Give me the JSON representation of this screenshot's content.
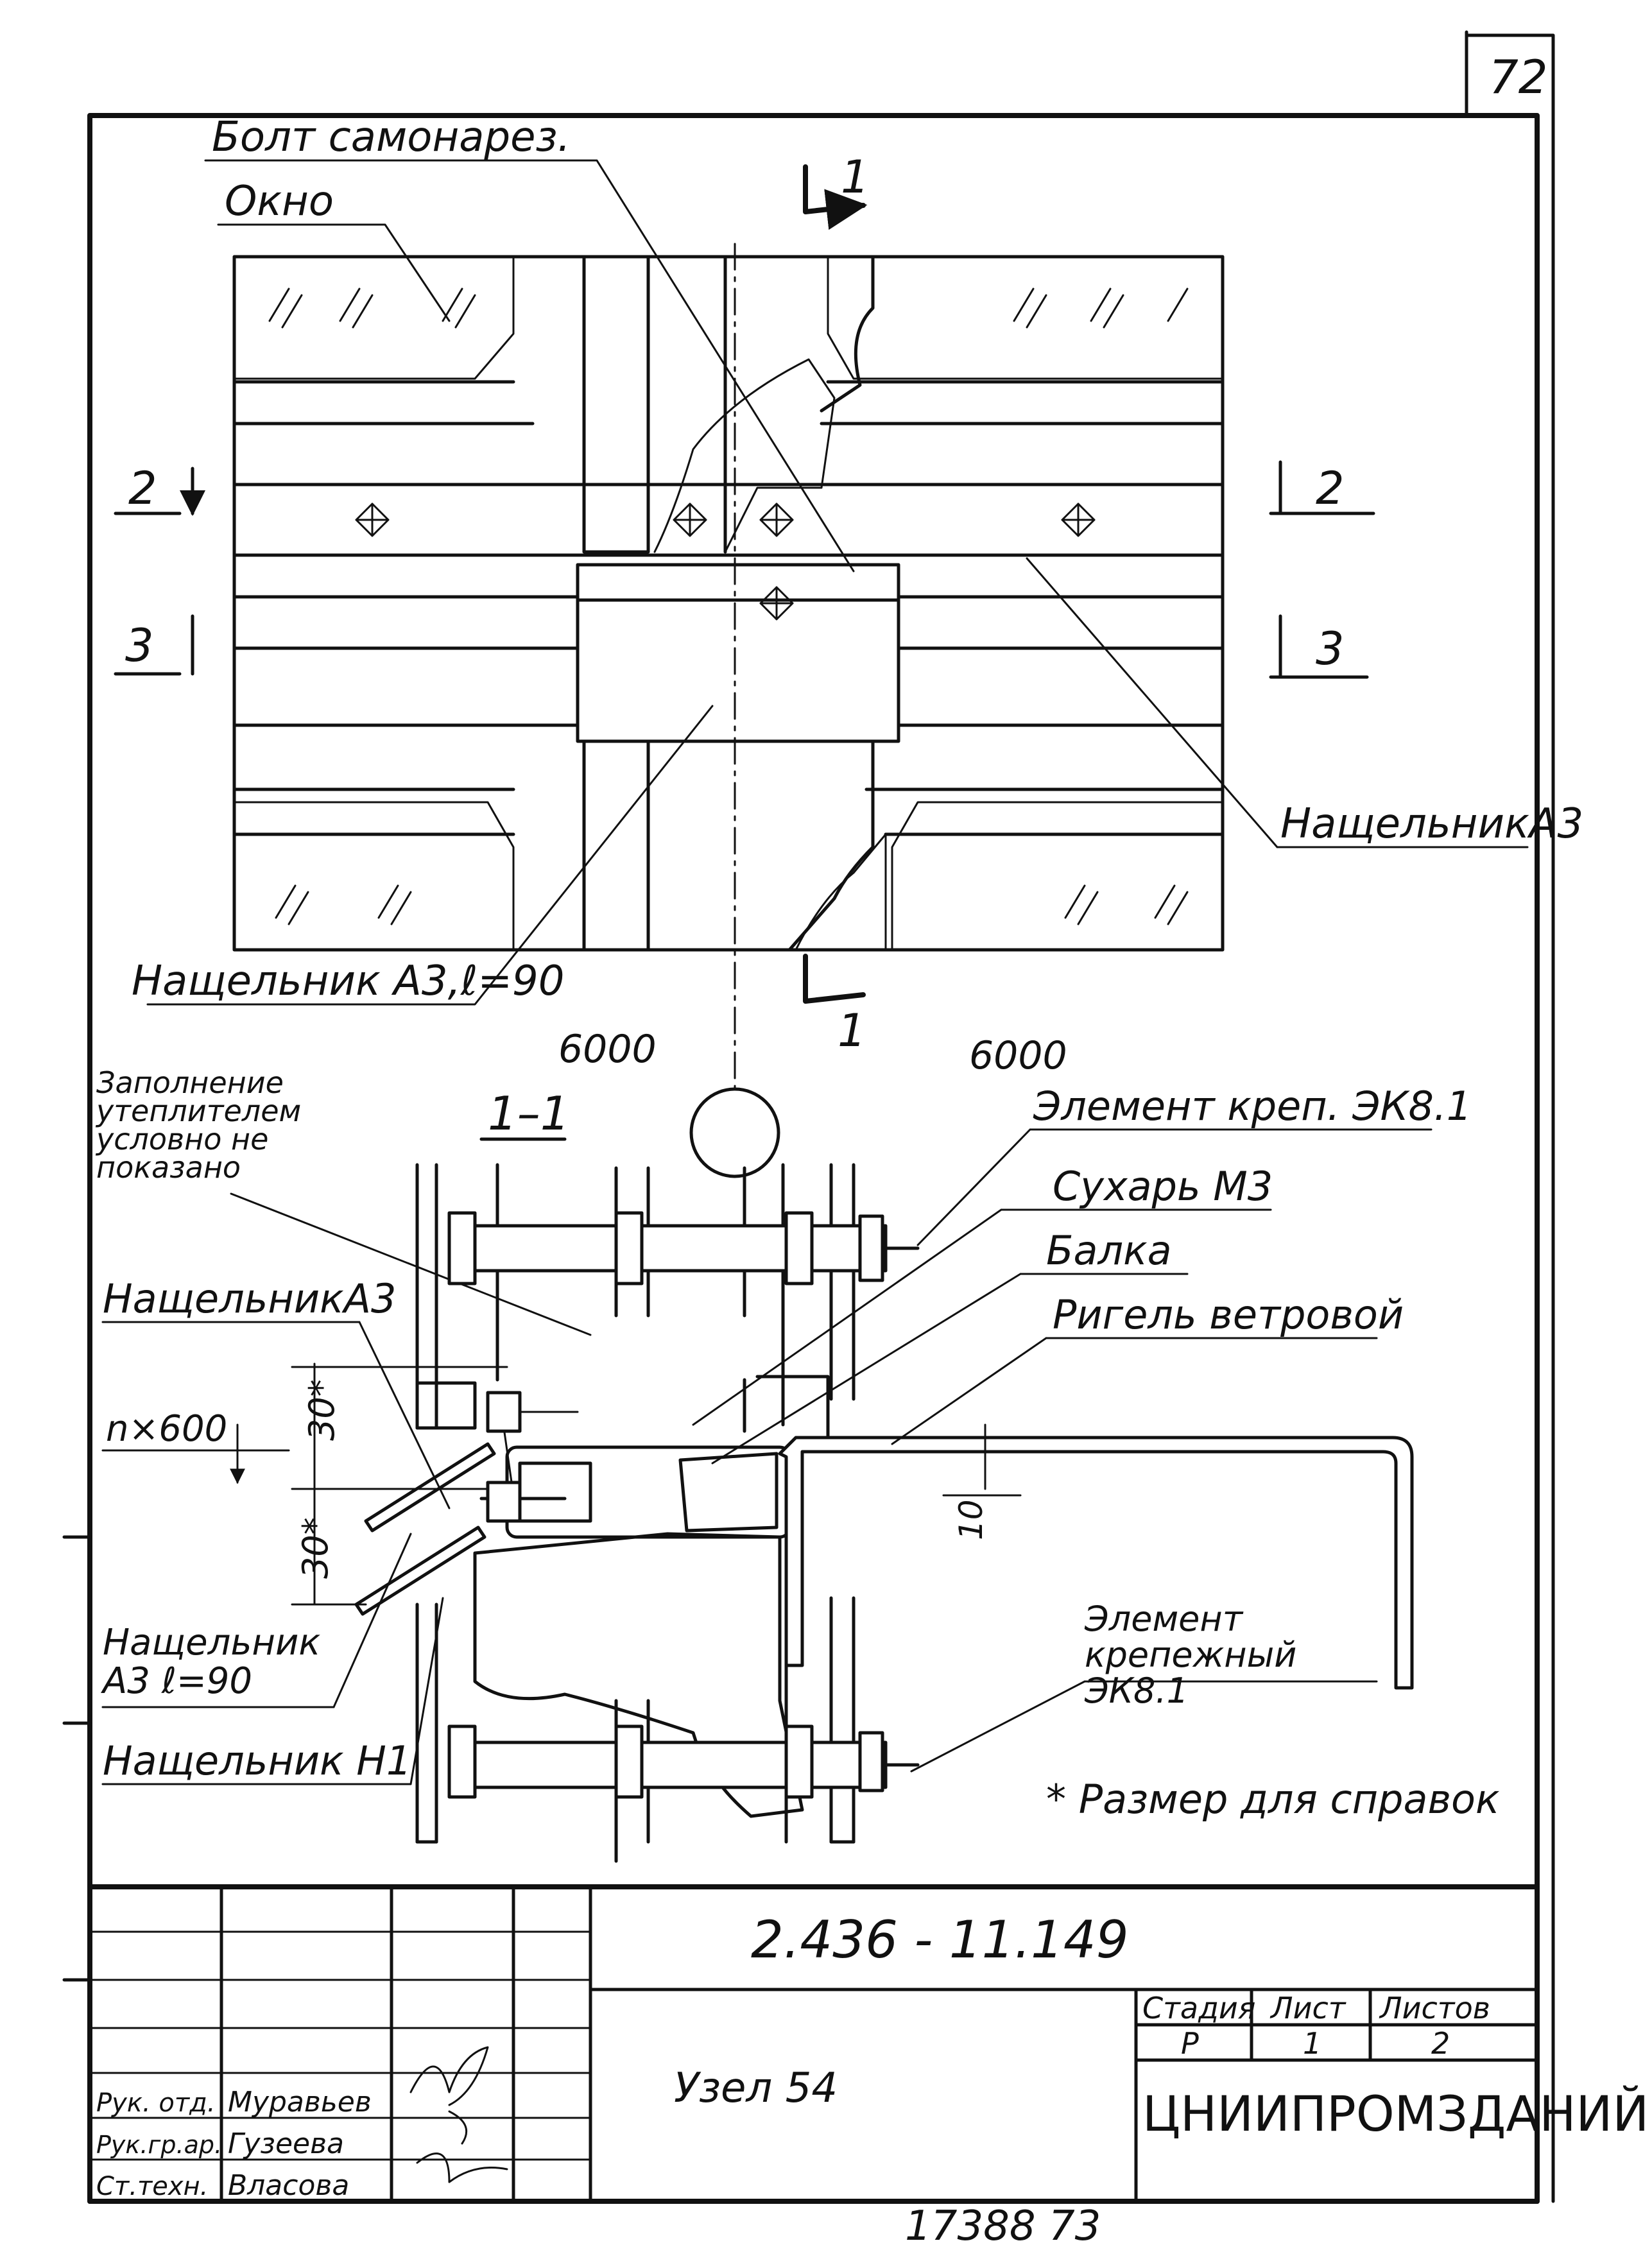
{
  "sheet": {
    "page_number": "72",
    "footer_number": "17388   73",
    "document_code": "2.436 - 11.149",
    "drawing_title": "Узел 54",
    "organization": "ЦНИИПРОМЗДАНИЙ",
    "stage_header": "Стадия",
    "sheet_header": "Лист",
    "sheets_header": "Листов",
    "stage_value": "Р",
    "sheet_value": "1",
    "sheets_value": "2",
    "signatures": [
      {
        "role": "Рук. отд.",
        "name": "Муравьев"
      },
      {
        "role": "Рук.гр.ар.",
        "name": "Гузеева"
      },
      {
        "role": "Ст.техн.",
        "name": "Власова"
      }
    ]
  },
  "plan_view": {
    "bolt_label": "Болт самонарез.",
    "window_label": "Окно",
    "section1_top": "1",
    "section1_bottom": "1",
    "section2_left": "2",
    "section2_right": "2",
    "section3_left": "3",
    "section3_right": "3",
    "flashing_a3_label": "НащельникА3",
    "flashing_a3_90_label": "Нащельник А3,ℓ=90",
    "dim_left": "6000",
    "dim_right": "6000"
  },
  "section_view": {
    "title": "1–1",
    "insulation_note": "Заполнение утеплителем условно не показано",
    "fastener_top": "Элемент креп. ЭК8.1",
    "cracker_label": "Сухарь М3",
    "beam_label": "Балка",
    "wind_girt_label": "Ригель ветровой",
    "flashing_a3_label": "НащельникА3",
    "pitch_label": "n×600",
    "dim_30_upper": "30*",
    "dim_30_lower": "30*",
    "dim_10": "10",
    "flashing_a3_90_label": "Нащельник А3 ℓ=90",
    "flashing_n1_label": "Нащельник Н1",
    "fastener_bottom": "Элемент крепежный ЭК8.1",
    "note": "* Размер для справок"
  }
}
